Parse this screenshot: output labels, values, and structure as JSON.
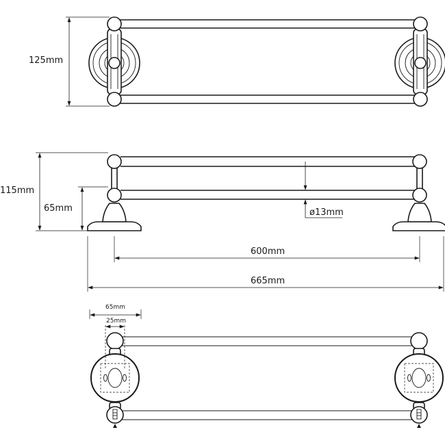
{
  "dimensions": {
    "top_height": "125mm",
    "side_total_height": "115mm",
    "side_lower_height": "65mm",
    "tube_diameter": "ø13mm",
    "bar_spacing": "600mm",
    "overall_length": "665mm",
    "base_width": "65mm",
    "screw_spacing": "25mm"
  }
}
